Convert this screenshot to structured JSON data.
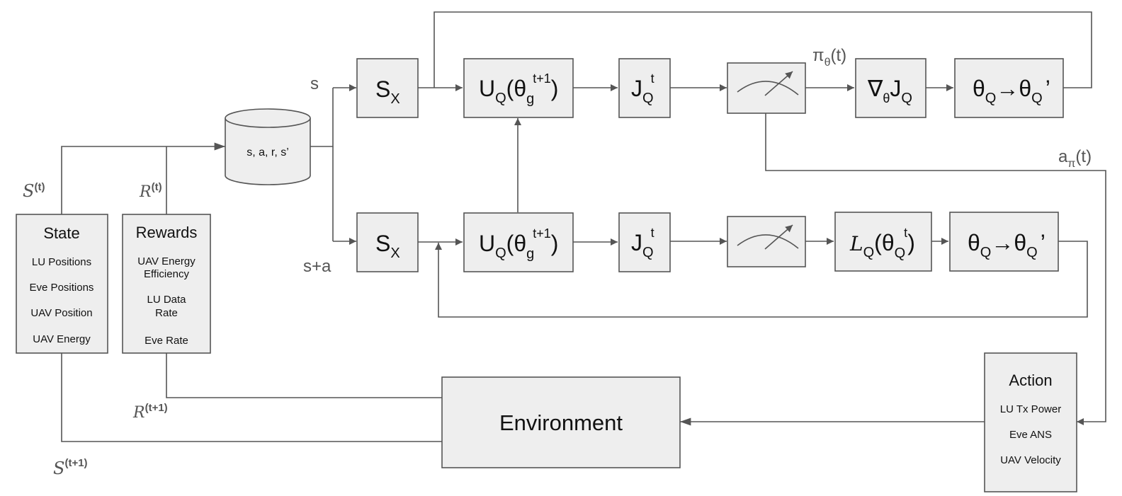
{
  "replay_buffer": {
    "label": "s, a, r, s’"
  },
  "state": {
    "title": "State",
    "items": [
      "LU Positions",
      "Eve Positions",
      "UAV Position",
      "UAV Energy"
    ]
  },
  "rewards": {
    "title": "Rewards",
    "items": [
      [
        "UAV Energy",
        "Efficiency"
      ],
      [
        "LU Data",
        "Rate"
      ],
      [
        "Eve Rate"
      ]
    ]
  },
  "action": {
    "title": "Action",
    "items": [
      "LU Tx Power",
      "Eve ANS",
      "UAV Velocity"
    ]
  },
  "environment": {
    "label": "Environment"
  },
  "signals": {
    "state_t": {
      "base": "S",
      "sup": "(t)"
    },
    "reward_t": {
      "base": "R",
      "sup": "(t)"
    },
    "reward_t1": {
      "base": "R",
      "sup": "(t+1)"
    },
    "state_t1": {
      "base": "S",
      "sup": "(t+1)"
    },
    "s": "s",
    "s_plus_a": "s+a",
    "pi": {
      "base": "π",
      "sub": "θ",
      "tail": "(t)"
    },
    "a": {
      "base": "a",
      "sub": "π",
      "tail": "(t)"
    }
  },
  "top_row": {
    "sx": {
      "base": "S",
      "sub": "X"
    },
    "uq": {
      "base": "U",
      "sub": "Q",
      "open": "(θ",
      "sub2": "g",
      "sup": "t+1",
      "close": ")"
    },
    "jq": {
      "base": "J",
      "sub": "Q",
      "sup": "t"
    },
    "grad": {
      "base": "∇",
      "sub": "θ",
      "mid": "J",
      "sub2": "Q"
    },
    "update": {
      "base": "θ",
      "sub": "Q",
      "arrow": "→θ",
      "sub2": "Q",
      "tail": "’"
    }
  },
  "bottom_row": {
    "sx": {
      "base": "S",
      "sub": "X"
    },
    "uq": {
      "base": "U",
      "sub": "Q",
      "open": "(θ",
      "sub2": "g",
      "sup": "t+1",
      "close": ")"
    },
    "jq": {
      "base": "J",
      "sub": "Q",
      "sup": "t"
    },
    "loss": {
      "base": "L",
      "sub": "Q",
      "open": "(θ",
      "sub2": "Q",
      "sup": "t",
      "close": ")"
    },
    "update": {
      "base": "θ",
      "sub": "Q",
      "arrow": "→θ",
      "sub2": "Q",
      "tail": "’"
    }
  },
  "colors": {
    "box_fill": "#eeeeee",
    "stroke": "#555555",
    "text": "#111111"
  }
}
